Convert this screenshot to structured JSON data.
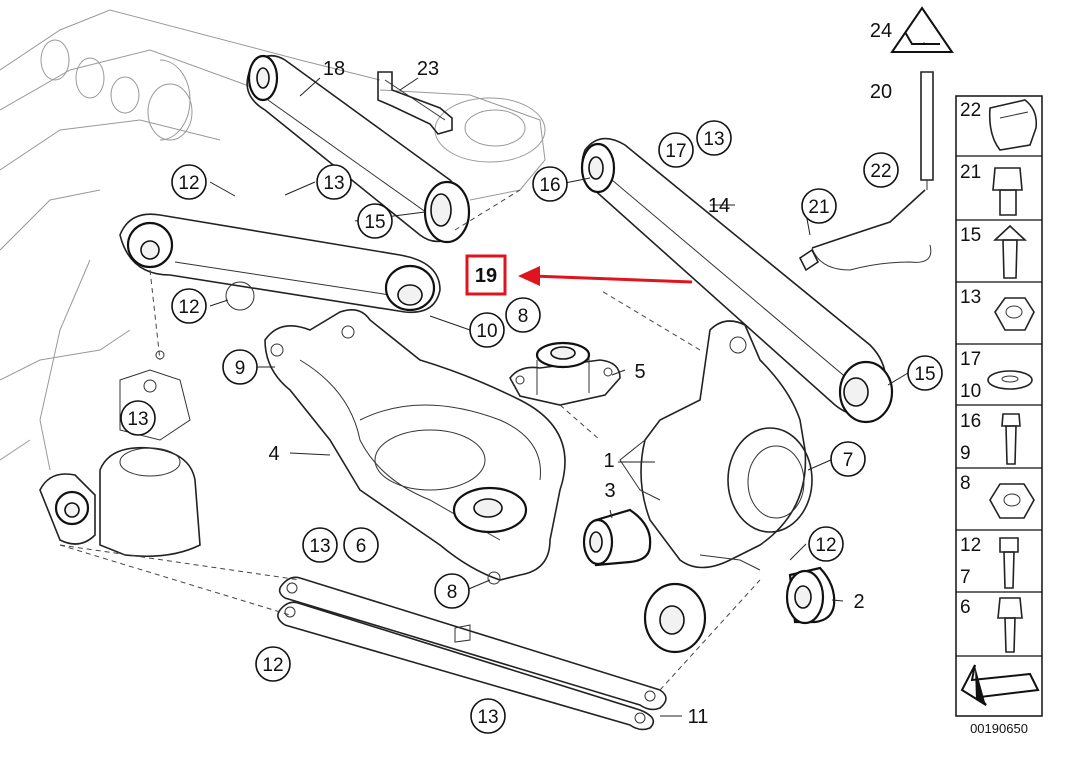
{
  "diagram": {
    "callouts": [
      {
        "id": "c-24",
        "text": "24"
      },
      {
        "id": "c-20",
        "text": "20"
      },
      {
        "id": "c-18",
        "text": "18"
      },
      {
        "id": "c-23",
        "text": "23"
      },
      {
        "id": "c-12a",
        "text": "12"
      },
      {
        "id": "c-13a",
        "text": "13"
      },
      {
        "id": "c-15a",
        "text": "15"
      },
      {
        "id": "c-16",
        "text": "16"
      },
      {
        "id": "c-17",
        "text": "17"
      },
      {
        "id": "c-13b",
        "text": "13"
      },
      {
        "id": "c-14",
        "text": "14"
      },
      {
        "id": "c-22",
        "text": "22"
      },
      {
        "id": "c-21",
        "text": "21"
      },
      {
        "id": "c-19",
        "text": "19"
      },
      {
        "id": "c-12b",
        "text": "12"
      },
      {
        "id": "c-10",
        "text": "10"
      },
      {
        "id": "c-8a",
        "text": "8"
      },
      {
        "id": "c-9",
        "text": "9"
      },
      {
        "id": "c-5",
        "text": "5"
      },
      {
        "id": "c-15b",
        "text": "15"
      },
      {
        "id": "c-13c",
        "text": "13"
      },
      {
        "id": "c-4",
        "text": "4"
      },
      {
        "id": "c-1",
        "text": "1"
      },
      {
        "id": "c-7",
        "text": "7"
      },
      {
        "id": "c-3",
        "text": "3"
      },
      {
        "id": "c-13d",
        "text": "13"
      },
      {
        "id": "c-6",
        "text": "6"
      },
      {
        "id": "c-12c",
        "text": "12"
      },
      {
        "id": "c-2",
        "text": "2"
      },
      {
        "id": "c-8b",
        "text": "8"
      },
      {
        "id": "c-12d",
        "text": "12"
      },
      {
        "id": "c-13e",
        "text": "13"
      },
      {
        "id": "c-11",
        "text": "11"
      }
    ],
    "highlight": {
      "text": "19",
      "color": "#e0141e"
    },
    "arrow_color": "#e0141e",
    "side_panel": [
      {
        "label": "22"
      },
      {
        "label": "21"
      },
      {
        "label": "15"
      },
      {
        "label": "13"
      },
      {
        "label": "17",
        "label2": "10"
      },
      {
        "label": "16",
        "label2": "9"
      },
      {
        "label": "8"
      },
      {
        "label": "12",
        "label2": "7"
      },
      {
        "label": "6"
      }
    ],
    "diagram_code": "00190650"
  }
}
